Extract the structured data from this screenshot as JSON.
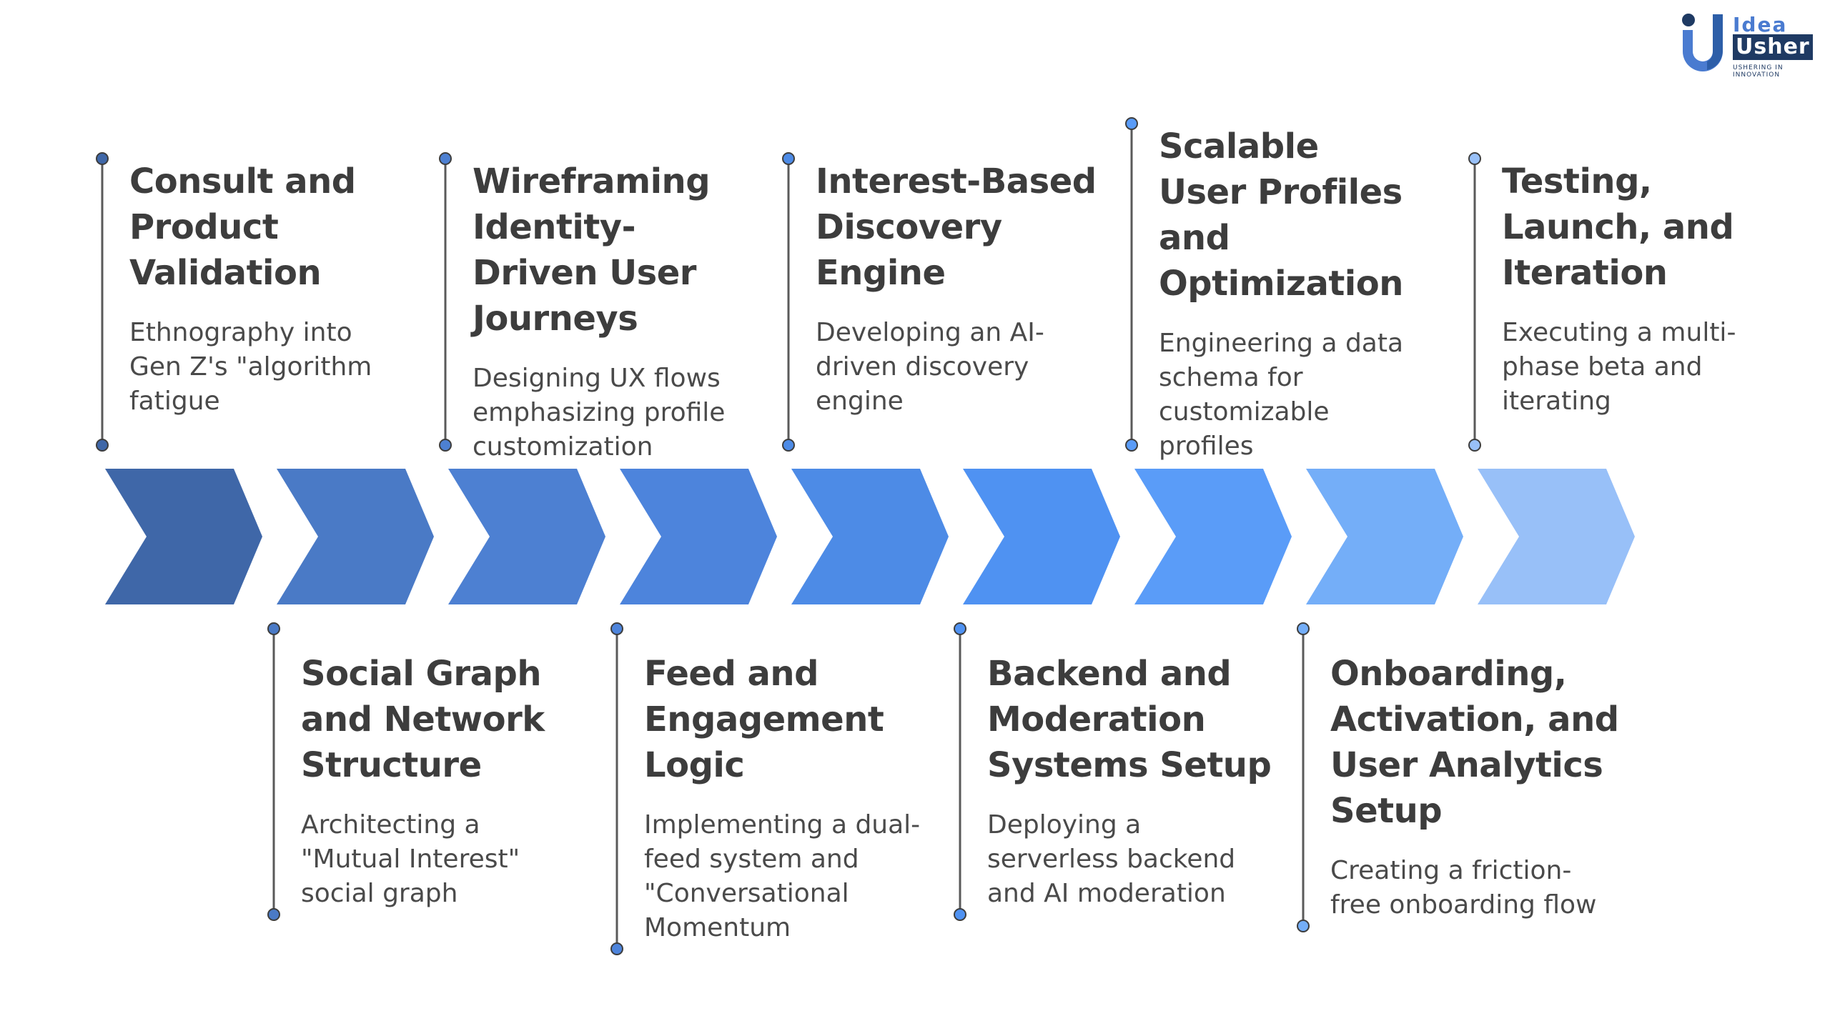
{
  "logo": {
    "word_top": "Idea",
    "word_bottom": "Usher",
    "tagline": "USHERING IN INNOVATION"
  },
  "chevron_colors": [
    "#3f67a8",
    "#4a7ac6",
    "#4d80d2",
    "#4d84dc",
    "#4d8be6",
    "#4f92f2",
    "#5a9cf8",
    "#74aef8",
    "#98c0f8"
  ],
  "steps": [
    {
      "title": "Consult and Product Validation",
      "desc": "Ethnography into Gen Z's \"algorithm fatigue"
    },
    {
      "title": "Social Graph and Network Structure",
      "desc": "Architecting a \"Mutual Interest\" social graph"
    },
    {
      "title": "Wireframing Identity-Driven User Journeys",
      "desc": "Designing UX flows emphasizing profile customization"
    },
    {
      "title": "Feed and Engagement Logic",
      "desc": "Implementing a dual-feed system and \"Conversational Momentum"
    },
    {
      "title": "Interest-Based Discovery Engine",
      "desc": "Developing an AI-driven discovery engine"
    },
    {
      "title": "Backend and Moderation Systems Setup",
      "desc": "Deploying a serverless backend and AI moderation"
    },
    {
      "title": "Scalable User Profiles and Optimization",
      "desc": "Engineering a data schema for customizable profiles"
    },
    {
      "title": "Onboarding, Activation, and User Analytics Setup",
      "desc": "Creating a friction-free onboarding flow"
    },
    {
      "title": "Testing, Launch, and Iteration",
      "desc": "Executing a multi-phase beta and iterating"
    }
  ]
}
